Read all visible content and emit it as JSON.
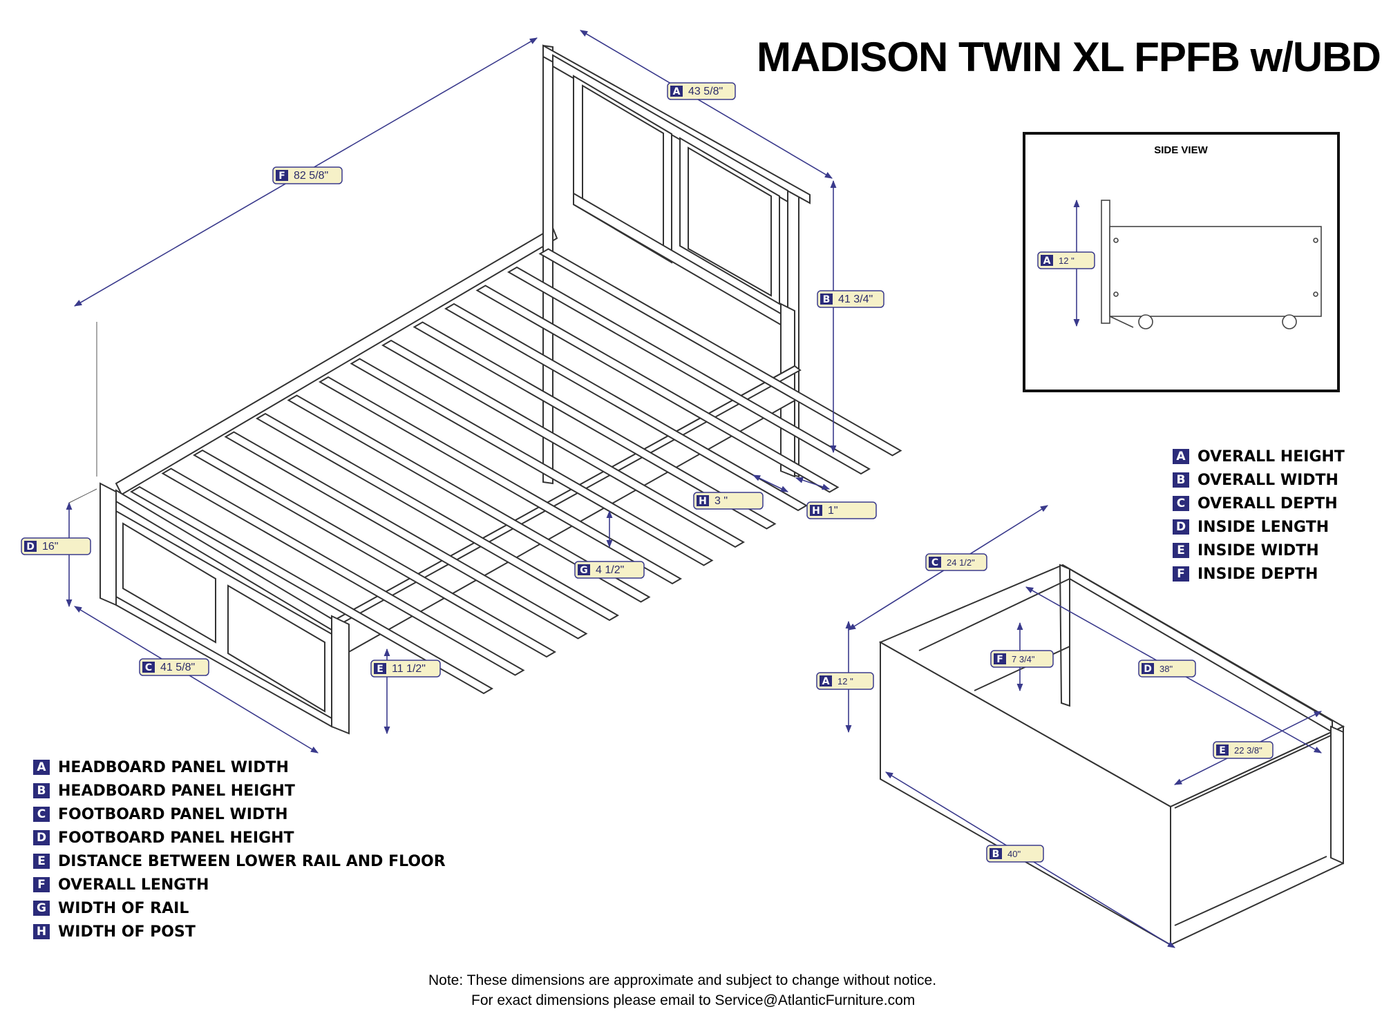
{
  "title": "MADISON TWIN XL FPFB w/UBD",
  "side_view_label": "SIDE VIEW",
  "bed_callouts": {
    "A": {
      "letter": "A",
      "value": "43 5/8\""
    },
    "B": {
      "letter": "B",
      "value": "41 3/4\""
    },
    "C": {
      "letter": "C",
      "value": "41 5/8\""
    },
    "D": {
      "letter": "D",
      "value": "16\""
    },
    "E": {
      "letter": "E",
      "value": "11 1/2\""
    },
    "F": {
      "letter": "F",
      "value": "82 5/8\""
    },
    "G": {
      "letter": "G",
      "value": "4 1/2\""
    },
    "H1": {
      "letter": "H",
      "value": "3 \""
    },
    "H2": {
      "letter": "H",
      "value": "1\""
    }
  },
  "side_callouts": {
    "A": {
      "letter": "A",
      "value": "12 \""
    }
  },
  "drawer_callouts": {
    "A": {
      "letter": "A",
      "value": "12 \""
    },
    "B": {
      "letter": "B",
      "value": "40\""
    },
    "C": {
      "letter": "C",
      "value": "24 1/2\""
    },
    "D": {
      "letter": "D",
      "value": "38\""
    },
    "E": {
      "letter": "E",
      "value": "22 3/8\""
    },
    "F": {
      "letter": "F",
      "value": "7 3/4\""
    }
  },
  "legend_left": [
    {
      "letter": "A",
      "text": "HEADBOARD PANEL WIDTH"
    },
    {
      "letter": "B",
      "text": "HEADBOARD PANEL HEIGHT"
    },
    {
      "letter": "C",
      "text": "FOOTBOARD PANEL WIDTH"
    },
    {
      "letter": "D",
      "text": "FOOTBOARD PANEL HEIGHT"
    },
    {
      "letter": "E",
      "text": "DISTANCE BETWEEN LOWER RAIL AND FLOOR"
    },
    {
      "letter": "F",
      "text": "OVERALL LENGTH"
    },
    {
      "letter": "G",
      "text": "WIDTH OF RAIL"
    },
    {
      "letter": "H",
      "text": "WIDTH OF POST"
    }
  ],
  "legend_right": [
    {
      "letter": "A",
      "text": "OVERALL HEIGHT"
    },
    {
      "letter": "B",
      "text": "OVERALL WIDTH"
    },
    {
      "letter": "C",
      "text": "OVERALL DEPTH"
    },
    {
      "letter": "D",
      "text": "INSIDE LENGTH"
    },
    {
      "letter": "E",
      "text": "INSIDE WIDTH"
    },
    {
      "letter": "F",
      "text": "INSIDE DEPTH"
    }
  ],
  "note": {
    "line1": "Note:  These dimensions are approximate and subject to change without notice.",
    "line2": "For exact dimensions please email to Service@AtlanticFurniture.com"
  },
  "colors": {
    "dimension_line": "#3a3a8c",
    "badge_fill": "#2b2b7a",
    "callout_fill": "#f6f1c8",
    "drawing_stroke": "#333333"
  }
}
